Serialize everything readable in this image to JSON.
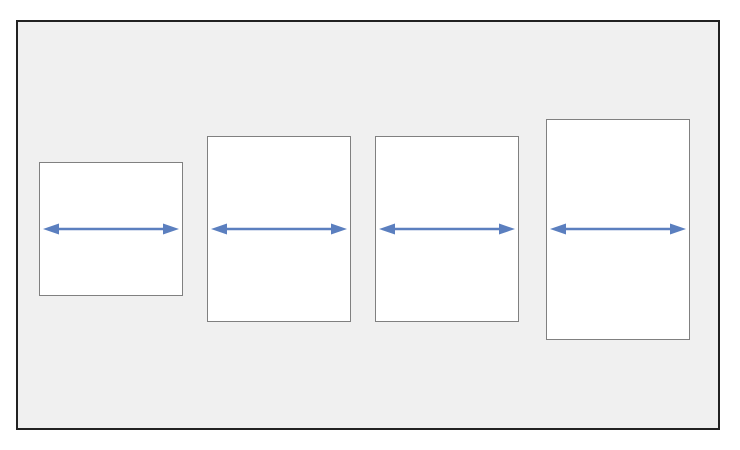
{
  "colors": {
    "stage_background": "#f0f0f0",
    "stage_border": "#222222",
    "panel_background": "#ffffff",
    "panel_border": "#808080",
    "arrow": "#5b7fbf"
  },
  "panels": [
    {
      "icon": "double-headed-horizontal-arrow"
    },
    {
      "icon": "double-headed-horizontal-arrow"
    },
    {
      "icon": "double-headed-horizontal-arrow"
    },
    {
      "icon": "double-headed-horizontal-arrow"
    }
  ]
}
